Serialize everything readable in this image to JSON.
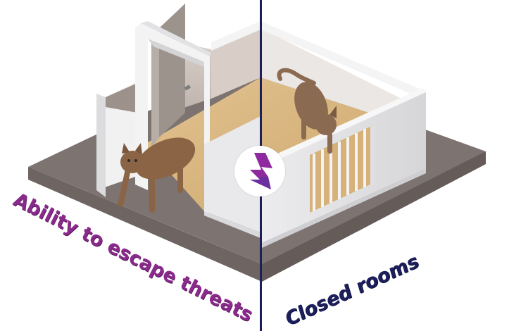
{
  "illustration": {
    "left_panel": {
      "caption": "Ability to escape threats",
      "caption_color": "#8a2a8c",
      "scene": "room-with-open-door-cat-exiting"
    },
    "right_panel": {
      "caption": "Closed rooms",
      "caption_color": "#1d1f5c",
      "scene": "closed-room-with-barred-window-cat-inside"
    },
    "divider_color": "#1d1f5c",
    "center_badge": {
      "icon": "lightning-bolt-icon",
      "color": "#8e2a9e"
    },
    "colors": {
      "platform": "#7d7370",
      "platform_edge": "#6b625f",
      "wall_outer": "#e6e6e8",
      "wall_inner": "#c9bfb9",
      "floor": "#d9b57f",
      "cat": "#8a6445"
    }
  }
}
